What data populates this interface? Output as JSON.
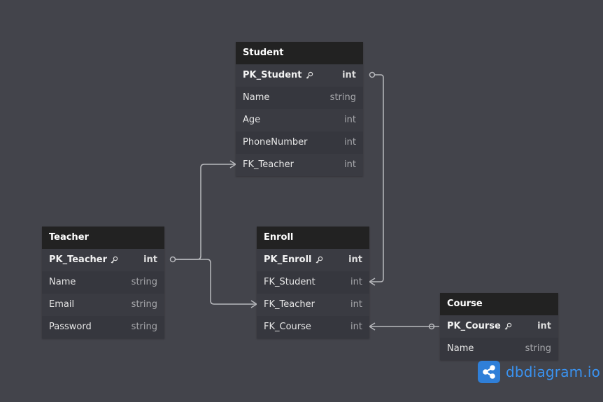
{
  "brand": {
    "logo_text": "dbdiagram.io",
    "accent_color": "#3a93f1"
  },
  "tables": {
    "student": {
      "name": "Student",
      "columns": [
        {
          "name": "PK_Student",
          "type": "int",
          "pk": true
        },
        {
          "name": "Name",
          "type": "string"
        },
        {
          "name": "Age",
          "type": "int"
        },
        {
          "name": "PhoneNumber",
          "type": "int"
        },
        {
          "name": "FK_Teacher",
          "type": "int"
        }
      ]
    },
    "teacher": {
      "name": "Teacher",
      "columns": [
        {
          "name": "PK_Teacher",
          "type": "int",
          "pk": true
        },
        {
          "name": "Name",
          "type": "string"
        },
        {
          "name": "Email",
          "type": "string"
        },
        {
          "name": "Password",
          "type": "string"
        }
      ]
    },
    "enroll": {
      "name": "Enroll",
      "columns": [
        {
          "name": "PK_Enroll",
          "type": "int",
          "pk": true
        },
        {
          "name": "FK_Student",
          "type": "int"
        },
        {
          "name": "FK_Teacher",
          "type": "int"
        },
        {
          "name": "FK_Course",
          "type": "int"
        }
      ]
    },
    "course": {
      "name": "Course",
      "columns": [
        {
          "name": "PK_Course",
          "type": "int",
          "pk": true
        },
        {
          "name": "Name",
          "type": "string"
        }
      ]
    }
  },
  "relationships": [
    {
      "from": "Student.PK_Student",
      "to": "Enroll.FK_Student",
      "type": "one-to-many"
    },
    {
      "from": "Teacher.PK_Teacher",
      "to": "Student.FK_Teacher",
      "type": "one-to-many"
    },
    {
      "from": "Teacher.PK_Teacher",
      "to": "Enroll.FK_Teacher",
      "type": "one-to-many"
    },
    {
      "from": "Course.PK_Course",
      "to": "Enroll.FK_Course",
      "type": "one-to-many"
    }
  ]
}
